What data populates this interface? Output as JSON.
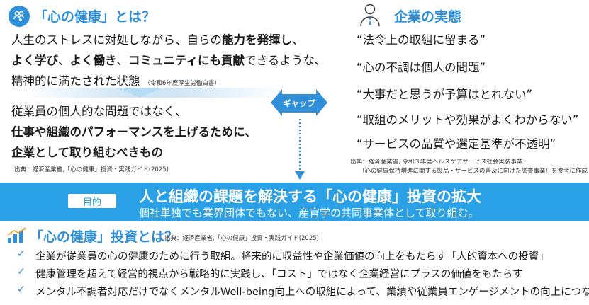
{
  "top_left": {
    "title": "「心の健康」とは？",
    "para1_line1_pre": "人生のストレスに対処しながら、自らの",
    "para1_line1_bold": "能力を発揮し",
    "para1_line1_post": "、",
    "para1_line2_b1": "よく学び",
    "para1_line2_sep": "、",
    "para1_line2_b2": "よく働き",
    "para1_line2_sep2": "、",
    "para1_line2_b3": "コミュニティにも貢献",
    "para1_line2_post": "できるような、",
    "para1_line3": "精神的に満たされた状態",
    "para1_note": "（令和6年度厚生労働白書）",
    "para2_line1": "従業員の個人的な問題ではなく、",
    "para2_line2": "仕事や組織のパフォーマンスを上げるために、",
    "para2_line3": "企業として取り組むべきもの",
    "source": "出典：経済産業省,「心の健康」投資・実践ガイド(2025)"
  },
  "top_right": {
    "title": "企業の実態",
    "quotes": [
      "“法令上の取組に留まる”",
      "“心の不調は個人の問題”",
      "“大事だと思うが予算はとれない”",
      "“取組のメリットや効果がよくわからない”",
      "“サービスの品質や選定基準が不透明”"
    ],
    "source_line1": "出典：経済産業省, 令和３年度ヘルスケアサービス社会実装事業",
    "source_line2": "（心の健康保持増進に関する製品・サービスの普及に向けた調査事業）を参考に作成"
  },
  "gap_label": "ギャップ",
  "banner": {
    "badge": "目的",
    "title": "人と組織の課題を解決する「心の健康」投資の拡大",
    "subtitle": "個社単独でも業界団体でもない、産官学の共同事業体として取り組む。"
  },
  "bottom": {
    "title": "「心の健康」投資とは？",
    "source": "出典：経済産業省,「心の健康」投資・実践ガイド(2025)",
    "items": [
      "企業が従業員の心の健康のために行う取組。将来的に収益性や企業価値の向上をもたらす「人的資本への投資」",
      "健康管理を超えて経営的視点から戦略的に実践し、「コスト」ではなく企業経営にプラスの価値をもたらす",
      "メンタル不調者対応だけでなくメンタルWell-being向上への取組によって、業績や従業員エンゲージメントの向上につなげる"
    ],
    "check_glyph": "✓"
  },
  "colors": {
    "accent": "#2f8fd8",
    "banner": "#2aa0e6"
  }
}
